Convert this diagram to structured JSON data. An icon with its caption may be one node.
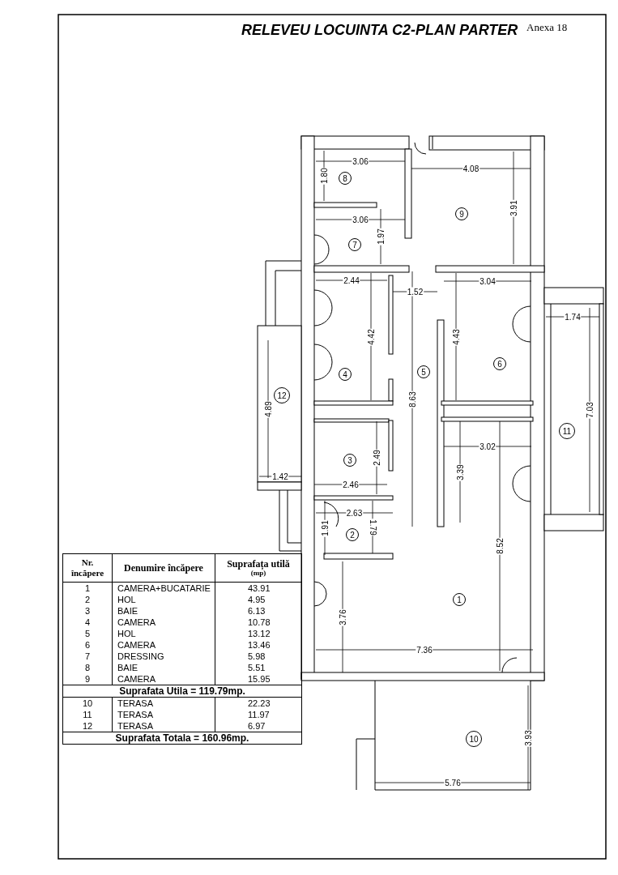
{
  "diagram": {
    "title": "RELEVEU LOCUINTA C2-PLAN PARTER",
    "nodes": [
      {
        "text": [
          "1"
        ]
      },
      {
        "text": [
          "2"
        ]
      },
      {
        "text": [
          "3"
        ]
      },
      {
        "text": [
          "4"
        ]
      },
      {
        "text": [
          "5"
        ]
      },
      {
        "text": [
          "6"
        ]
      },
      {
        "text": [
          "7"
        ]
      },
      {
        "text": [
          "8"
        ]
      },
      {
        "text": [
          "9"
        ]
      },
      {
        "text": [
          "10"
        ]
      },
      {
        "text": [
          "11"
        ]
      },
      {
        "text": [
          "12"
        ]
      }
    ],
    "edges": [],
    "labels": [
      "Anexa 18",
      "Nr. încăpere",
      "Denumire încăpere",
      "Suprafața utilă",
      "(mp)",
      "1",
      "CAMERA+BUCATARIE",
      "43.91",
      "2",
      "HOL",
      "4.95",
      "3",
      "BAIE",
      "6.13",
      "4",
      "CAMERA",
      "10.78",
      "5",
      "HOL",
      "13.12",
      "6",
      "CAMERA",
      "13.46",
      "7",
      "DRESSING",
      "5.98",
      "8",
      "BAIE",
      "5.51",
      "9",
      "CAMERA",
      "15.95",
      "Suprafata Utila = 119.79mp.",
      "10",
      "TERASA",
      "22.23",
      "11",
      "TERASA",
      "11.97",
      "12",
      "TERASA",
      "6.97",
      "Suprafata Totala = 160.96mp.",
      "3.06",
      "1.80",
      "4.08",
      "3.91",
      "3.06",
      "1.97",
      "2.44",
      "1.52",
      "3.04",
      "1.74",
      "4.42",
      "4.43",
      "8.63",
      "4.89",
      "7.03",
      "3.02",
      "2.49",
      "3.39",
      "1.42",
      "2.46",
      "2.63",
      "1.91",
      "1.79",
      "8.52",
      "3.76",
      "7.36",
      "3.93",
      "5.76"
    ]
  }
}
